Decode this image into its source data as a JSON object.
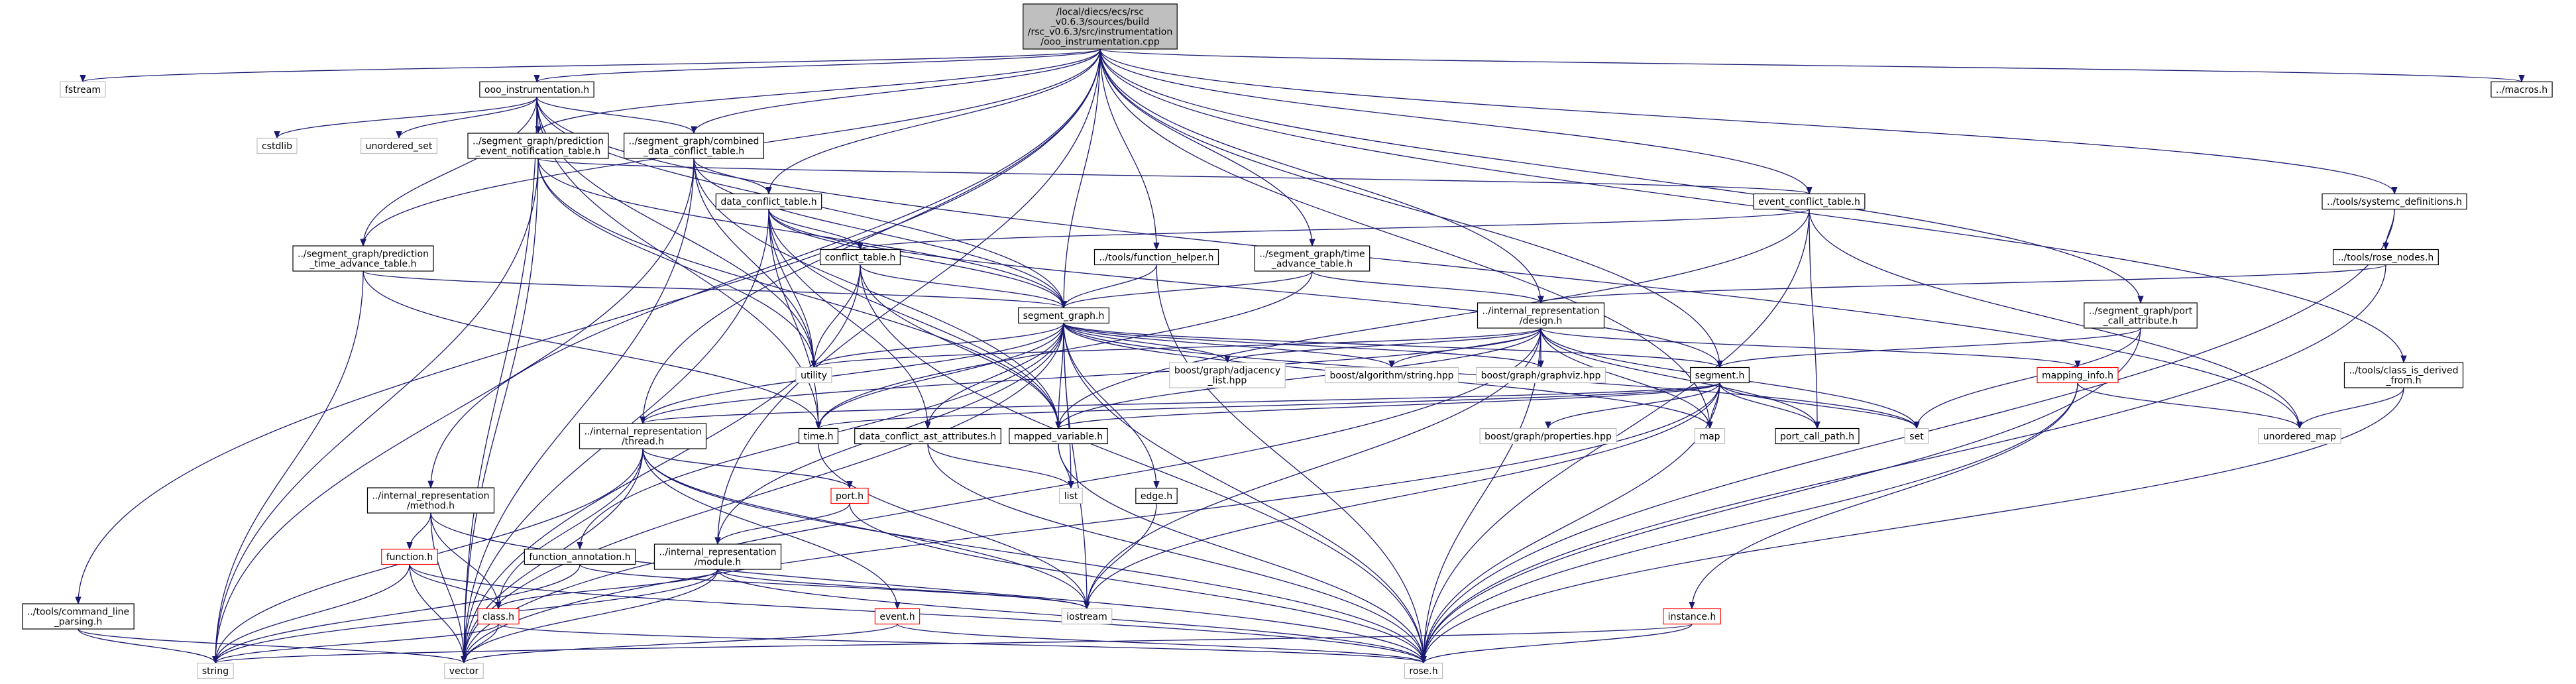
{
  "colors": {
    "edge": "#191970",
    "node_border": "#000000",
    "node_border_missing": "#bfbfbf",
    "node_border_link": "#ff0000",
    "root_fill": "#bfbfbf",
    "text": "#000000"
  },
  "nodes": [
    {
      "id": "root",
      "lines": [
        "/local/diecs/ecs/rsc",
        "_v0.6.3/sources/build",
        "/rsc_v0.6.3/src/instrumentation",
        "/ooo_instrumentation.cpp"
      ],
      "style": "root"
    },
    {
      "id": "fstream",
      "lines": [
        "fstream"
      ],
      "style": "missing"
    },
    {
      "id": "ooo_h",
      "lines": [
        "ooo_instrumentation.h"
      ],
      "style": "normal"
    },
    {
      "id": "macros",
      "lines": [
        "../macros.h"
      ],
      "style": "normal"
    },
    {
      "id": "cstdlib",
      "lines": [
        "cstdlib"
      ],
      "style": "missing"
    },
    {
      "id": "unordered_set",
      "lines": [
        "unordered_set"
      ],
      "style": "missing"
    },
    {
      "id": "pred_event",
      "lines": [
        "../segment_graph/prediction",
        "_event_notification_table.h"
      ],
      "style": "normal"
    },
    {
      "id": "combined",
      "lines": [
        "../segment_graph/combined",
        "_data_conflict_table.h"
      ],
      "style": "normal"
    },
    {
      "id": "data_conflict_table",
      "lines": [
        "data_conflict_table.h"
      ],
      "style": "normal"
    },
    {
      "id": "event_conflict_table",
      "lines": [
        "event_conflict_table.h"
      ],
      "style": "normal"
    },
    {
      "id": "systemc_defs",
      "lines": [
        "../tools/systemc_definitions.h"
      ],
      "style": "normal"
    },
    {
      "id": "pred_time",
      "lines": [
        "../segment_graph/prediction",
        "_time_advance_table.h"
      ],
      "style": "normal"
    },
    {
      "id": "conflict_table",
      "lines": [
        "conflict_table.h"
      ],
      "style": "normal"
    },
    {
      "id": "function_helper",
      "lines": [
        "../tools/function_helper.h"
      ],
      "style": "normal"
    },
    {
      "id": "time_advance",
      "lines": [
        "../segment_graph/time",
        "_advance_table.h"
      ],
      "style": "normal"
    },
    {
      "id": "rose_nodes",
      "lines": [
        "../tools/rose_nodes.h"
      ],
      "style": "normal"
    },
    {
      "id": "segment_graph",
      "lines": [
        "segment_graph.h"
      ],
      "style": "normal"
    },
    {
      "id": "design",
      "lines": [
        "../internal_representation",
        "/design.h"
      ],
      "style": "normal"
    },
    {
      "id": "port_call_attr",
      "lines": [
        "../segment_graph/port",
        "_call_attribute.h"
      ],
      "style": "normal"
    },
    {
      "id": "utility",
      "lines": [
        "utility"
      ],
      "style": "missing"
    },
    {
      "id": "adjacency",
      "lines": [
        "boost/graph/adjacency",
        "_list.hpp"
      ],
      "style": "missing"
    },
    {
      "id": "algorithm_string",
      "lines": [
        "boost/algorithm/string.hpp"
      ],
      "style": "missing"
    },
    {
      "id": "graphviz",
      "lines": [
        "boost/graph/graphviz.hpp"
      ],
      "style": "missing"
    },
    {
      "id": "segment_h",
      "lines": [
        "segment.h"
      ],
      "style": "normal"
    },
    {
      "id": "mapping_info",
      "lines": [
        "mapping_info.h"
      ],
      "style": "link"
    },
    {
      "id": "class_derived",
      "lines": [
        "../tools/class_is_derived",
        "_from.h"
      ],
      "style": "normal"
    },
    {
      "id": "thread_h",
      "lines": [
        "../internal_representation",
        "/thread.h"
      ],
      "style": "normal"
    },
    {
      "id": "time_h",
      "lines": [
        "time.h"
      ],
      "style": "normal"
    },
    {
      "id": "data_conflict_ast",
      "lines": [
        "data_conflict_ast_attributes.h"
      ],
      "style": "normal"
    },
    {
      "id": "mapped_variable",
      "lines": [
        "mapped_variable.h"
      ],
      "style": "normal"
    },
    {
      "id": "boost_properties",
      "lines": [
        "boost/graph/properties.hpp"
      ],
      "style": "missing"
    },
    {
      "id": "map",
      "lines": [
        "map"
      ],
      "style": "missing"
    },
    {
      "id": "port_call_path",
      "lines": [
        "port_call_path.h"
      ],
      "style": "normal"
    },
    {
      "id": "set",
      "lines": [
        "set"
      ],
      "style": "missing"
    },
    {
      "id": "unordered_map",
      "lines": [
        "unordered_map"
      ],
      "style": "missing"
    },
    {
      "id": "method_h",
      "lines": [
        "../internal_representation",
        "/method.h"
      ],
      "style": "normal"
    },
    {
      "id": "port_h",
      "lines": [
        "port.h"
      ],
      "style": "link"
    },
    {
      "id": "list",
      "lines": [
        "list"
      ],
      "style": "missing"
    },
    {
      "id": "edge_h",
      "lines": [
        "edge.h"
      ],
      "style": "normal"
    },
    {
      "id": "function_annotation",
      "lines": [
        "function_annotation.h"
      ],
      "style": "normal"
    },
    {
      "id": "module_h",
      "lines": [
        "../internal_representation",
        "/module.h"
      ],
      "style": "normal"
    },
    {
      "id": "function_h",
      "lines": [
        "function.h"
      ],
      "style": "link"
    },
    {
      "id": "command_line",
      "lines": [
        "../tools/command_line",
        "_parsing.h"
      ],
      "style": "normal"
    },
    {
      "id": "class_h",
      "lines": [
        "class.h"
      ],
      "style": "link"
    },
    {
      "id": "iostream",
      "lines": [
        "iostream"
      ],
      "style": "missing"
    },
    {
      "id": "event_h",
      "lines": [
        "event.h"
      ],
      "style": "link"
    },
    {
      "id": "instance_h",
      "lines": [
        "instance.h"
      ],
      "style": "link"
    },
    {
      "id": "string",
      "lines": [
        "string"
      ],
      "style": "missing"
    },
    {
      "id": "vector",
      "lines": [
        "vector"
      ],
      "style": "missing"
    },
    {
      "id": "rose_h",
      "lines": [
        "rose.h"
      ],
      "style": "missing"
    }
  ]
}
